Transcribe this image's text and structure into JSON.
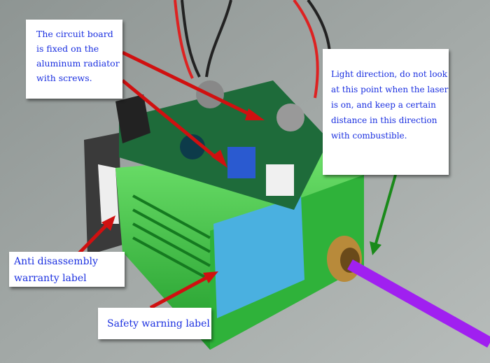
{
  "annotations": {
    "circuit_board": "The circuit board is fixed on the aluminum radiator with screws.",
    "light_direction": "Light direction, do not look at this point when the laser is on, and keep a certain distance in this direction with combustible.",
    "anti_disassembly": "Anti disassembly warranty label",
    "safety_warning": "Safety warning label"
  },
  "colors": {
    "text": "#1a2fe0",
    "arrow_red": "#d01010",
    "arrow_green": "#1a8a1a",
    "beam": "#a020f0",
    "housing": "#3cc43c"
  }
}
